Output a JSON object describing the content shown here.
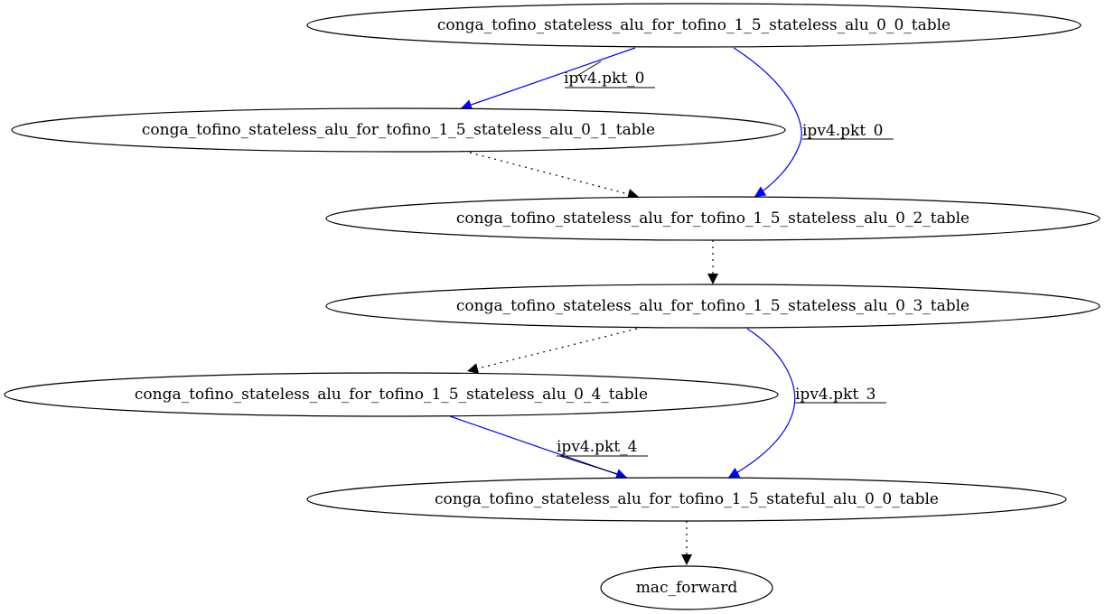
{
  "diagram": {
    "nodes": [
      {
        "id": "n0",
        "label": "conga_tofino_stateless_alu_for_tofino_1_5_stateless_alu_0_0_table"
      },
      {
        "id": "n1",
        "label": "conga_tofino_stateless_alu_for_tofino_1_5_stateless_alu_0_1_table"
      },
      {
        "id": "n2",
        "label": "conga_tofino_stateless_alu_for_tofino_1_5_stateless_alu_0_2_table"
      },
      {
        "id": "n3",
        "label": "conga_tofino_stateless_alu_for_tofino_1_5_stateless_alu_0_3_table"
      },
      {
        "id": "n4",
        "label": "conga_tofino_stateless_alu_for_tofino_1_5_stateless_alu_0_4_table"
      },
      {
        "id": "n5",
        "label": "conga_tofino_stateless_alu_for_tofino_1_5_stateful_alu_0_0_table"
      },
      {
        "id": "n6",
        "label": "mac_forward"
      }
    ],
    "edges": [
      {
        "id": "e0",
        "from": "n0",
        "to": "n1",
        "style": "solid",
        "color": "#0000ff",
        "label": "ipv4.pkt_0"
      },
      {
        "id": "e1",
        "from": "n0",
        "to": "n2",
        "style": "solid",
        "color": "#0000ff",
        "label": "ipv4.pkt_0"
      },
      {
        "id": "e2",
        "from": "n1",
        "to": "n2",
        "style": "dotted",
        "color": "#000000",
        "label": ""
      },
      {
        "id": "e3",
        "from": "n2",
        "to": "n3",
        "style": "dotted",
        "color": "#000000",
        "label": ""
      },
      {
        "id": "e4",
        "from": "n3",
        "to": "n4",
        "style": "dotted",
        "color": "#000000",
        "label": ""
      },
      {
        "id": "e5",
        "from": "n3",
        "to": "n5",
        "style": "solid",
        "color": "#0000ff",
        "label": "ipv4.pkt_3"
      },
      {
        "id": "e6",
        "from": "n4",
        "to": "n5",
        "style": "solid",
        "color": "#0000ff",
        "label": "ipv4.pkt_4"
      },
      {
        "id": "e7",
        "from": "n5",
        "to": "n6",
        "style": "dotted",
        "color": "#000000",
        "label": ""
      }
    ]
  }
}
